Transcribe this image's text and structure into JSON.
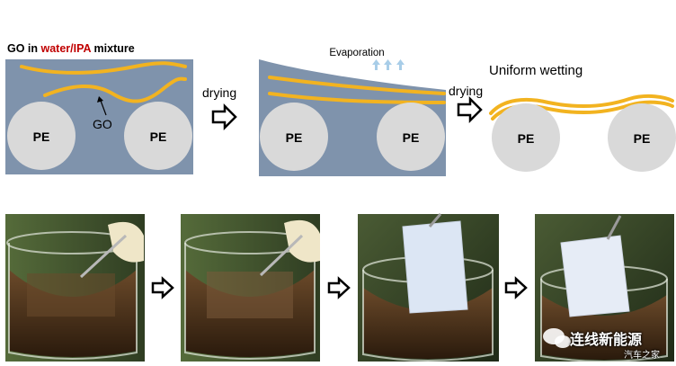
{
  "colors": {
    "panel_bg": "#7f93ac",
    "go_sheet": "#f2b320",
    "pe_particle": "#d9d9d9",
    "accent_red": "#c00000",
    "evap_arrow": "#a8cde8",
    "text": "#000000"
  },
  "top_diagram": {
    "panel1": {
      "title_prefix": "GO in ",
      "title_highlight": "water/IPA",
      "title_suffix": " mixture",
      "go_label": "GO",
      "pe_left": "PE",
      "pe_right": "PE"
    },
    "arrow1": {
      "label": "drying",
      "icon": "hollow-right-arrow"
    },
    "panel2": {
      "evaporation_label": "Evaporation",
      "pe_left": "PE",
      "pe_right": "PE"
    },
    "arrow2": {
      "label": "drying",
      "icon": "hollow-right-arrow"
    },
    "panel3": {
      "title": "Uniform wetting",
      "pe_left": "PE",
      "pe_right": "PE"
    }
  },
  "photo_sequence": {
    "photos": [
      {
        "description_icon": "beaker-photo-1"
      },
      {
        "description_icon": "beaker-photo-2"
      },
      {
        "description_icon": "beaker-photo-3"
      },
      {
        "description_icon": "beaker-photo-4"
      }
    ],
    "step_arrow_icon": "hollow-right-arrow"
  },
  "watermark": {
    "line1": "连线新能源",
    "line2": "汽车之家"
  }
}
